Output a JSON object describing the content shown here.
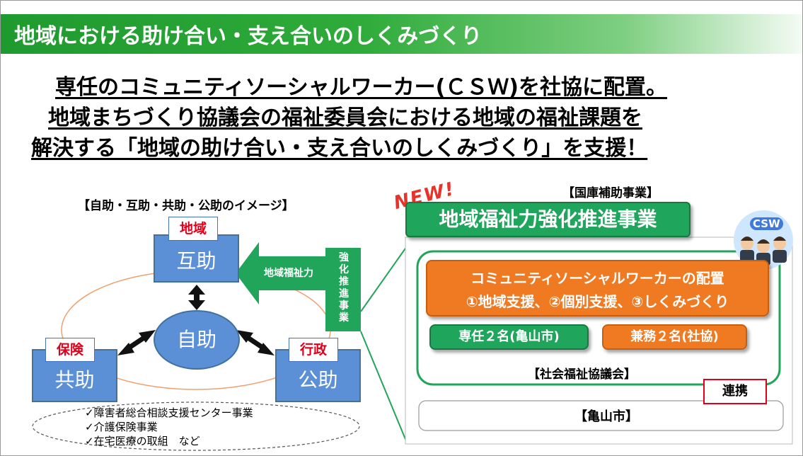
{
  "title": "地域における助け合い・支え合いのしくみづくり",
  "headline": {
    "line1": "専任のコミュニティソーシャルワーカー(ＣＳＷ)を社協に配置。",
    "line2": "地域まちづくり協議会の福祉委員会における地域の福祉課題を",
    "line3": "解決する「地域の助け合い・支え合いのしくみづくり」を支援！"
  },
  "left_diagram": {
    "caption": "【自助・互助・共助・公助のイメージ】",
    "boxes": {
      "gojo": {
        "flag": "地域",
        "label": "互助"
      },
      "kyojo": {
        "flag": "保険",
        "label": "共助"
      },
      "kojo": {
        "flag": "行政",
        "label": "公助"
      }
    },
    "jijo": "自助",
    "arrow_text": "地域福祉力",
    "vertical_text": [
      "強",
      "化",
      "推",
      "進",
      "事",
      "業"
    ],
    "checklist": [
      "✓障害者総合相談支援センター事業",
      "✓介護保険事業",
      "✓在宅医療の取組　など"
    ]
  },
  "right_diagram": {
    "new_label": "NEW!",
    "subsidy_label": "【国庫補助事業】",
    "project_title": "地域福祉力強化推進事業",
    "csw_badge": "CSW",
    "csw_box": {
      "line1": "コミュニティソーシャルワーカーの配置",
      "line2": "①地域支援、②個別支援、③しくみづくり"
    },
    "staff_fulltime": "専任２名(亀山市)",
    "staff_parttime": "兼務２名(社協)",
    "council_label": "【社会福祉協議会】",
    "link_label": "連携",
    "city_label": "【亀山市】"
  },
  "colors": {
    "title_green": "#1f9a2f",
    "box_blue": "#5b8fd6",
    "button_green": "#1fa55c",
    "button_orange": "#f07a22",
    "flag_red": "#e0001b"
  }
}
